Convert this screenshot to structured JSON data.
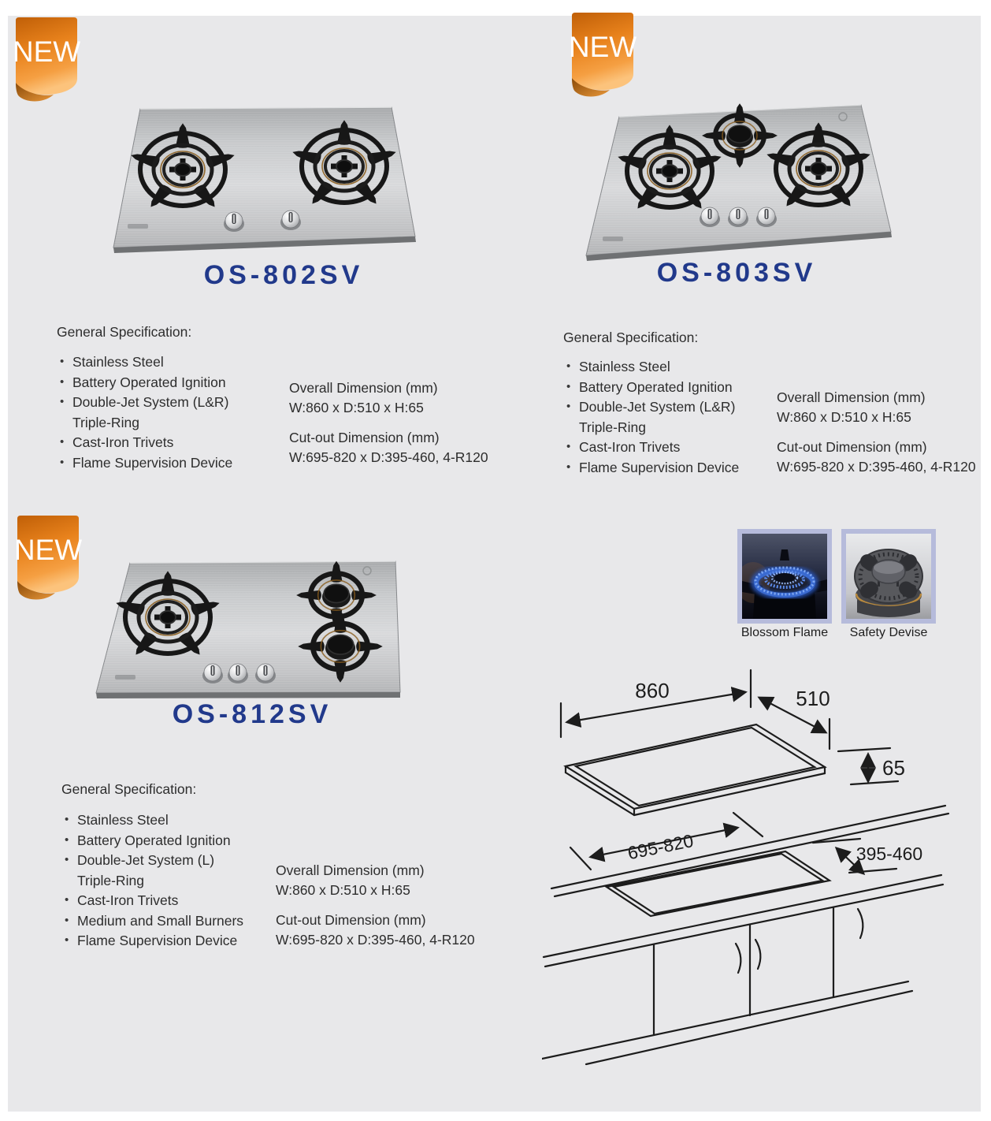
{
  "page": {
    "canvas_color": "#e8e8ea"
  },
  "badge": {
    "label": "NEW"
  },
  "products": [
    {
      "model": "OS-802SV",
      "is_new": true,
      "image_alt": "Two-burner stainless steel built-in gas hob with two control knobs",
      "spec_heading": "General Specification:",
      "features": [
        "Stainless Steel",
        "Battery Operated Ignition",
        "Double-Jet System (L&R)",
        "Triple-Ring",
        "Cast-Iron Trivets",
        "Flame Supervision Device"
      ],
      "dimensions": {
        "overall_label": "Overall Dimension (mm)",
        "overall_value": "W:860 x D:510 x H:65",
        "cutout_label": "Cut-out Dimension (mm)",
        "cutout_value": "W:695-820 x D:395-460, 4-R120"
      }
    },
    {
      "model": "OS-803SV",
      "is_new": true,
      "image_alt": "Three-burner stainless steel built-in gas hob with three control knobs",
      "spec_heading": "General Specification:",
      "features": [
        "Stainless Steel",
        "Battery Operated Ignition",
        "Double-Jet System (L&R)",
        "Triple-Ring",
        "Cast-Iron Trivets",
        "Flame Supervision Device"
      ],
      "dimensions": {
        "overall_label": "Overall Dimension (mm)",
        "overall_value": "W:860 x D:510 x H:65",
        "cutout_label": "Cut-out Dimension (mm)",
        "cutout_value": "W:695-820 x D:395-460, 4-R120"
      }
    },
    {
      "model": "OS-812SV",
      "is_new": true,
      "image_alt": "Three-burner stainless steel gas hob with one large left burner and two right burners",
      "spec_heading": "General Specification:",
      "features": [
        "Stainless Steel",
        "Battery Operated Ignition",
        "Double-Jet System (L)",
        "Triple-Ring",
        "Cast-Iron Trivets",
        "Medium and Small Burners",
        "Flame Supervision Device"
      ],
      "dimensions": {
        "overall_label": "Overall Dimension (mm)",
        "overall_value": "W:860 x D:510 x H:65",
        "cutout_label": "Cut-out Dimension (mm)",
        "cutout_value": "W:695-820 x D:395-460, 4-R120"
      }
    }
  ],
  "thumbnails": [
    {
      "caption": "Blossom Flame",
      "image_alt": "Blue gas flame ring burning on a burner"
    },
    {
      "caption": "Safety Devise",
      "image_alt": "Grey burner safety device component"
    }
  ],
  "diagram": {
    "overall_width": "860",
    "overall_depth": "510",
    "overall_height": "65",
    "cutout_width": "695-820",
    "cutout_depth": "395-460"
  },
  "colors": {
    "model_navy": "#21398b",
    "badge_orange": "#ed8a26",
    "thumb_border": "#b6bbdb",
    "diagram_line": "#1c1c1c"
  }
}
